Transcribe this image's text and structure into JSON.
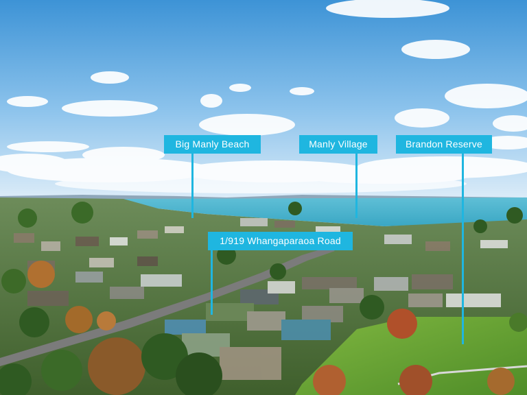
{
  "photo": {
    "subject": "aerial-suburb",
    "colors": {
      "sky_top": "#3d9ad8",
      "sky_bottom": "#cfe6f7",
      "sea": "#4fb7cf",
      "grass": "#5f9e2f",
      "callout": "#1fb6e0",
      "callout_text": "#ffffff"
    }
  },
  "callouts": [
    {
      "label": "Big Manly Beach"
    },
    {
      "label": "Manly Village"
    },
    {
      "label": "Brandon Reserve"
    },
    {
      "label": "1/919 Whangaparaoa Road"
    }
  ]
}
